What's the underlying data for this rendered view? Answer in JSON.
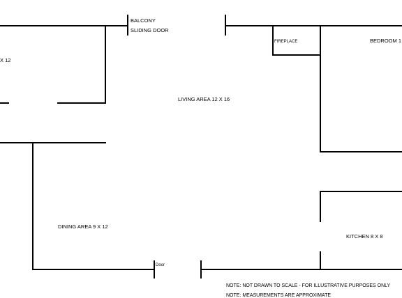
{
  "floor_plan": {
    "labels": {
      "left_room_partial": "X 12",
      "balcony": "BALCONY",
      "sliding_door": "SLIDING DOOR",
      "fireplace": "FIREPLACE",
      "bedroom": "BEDROOM 1",
      "living_area": "LIVING AREA 12 X 16",
      "dining_area": "DINING AREA 9 X 12",
      "kitchen": "KITCHEN 8 X 8",
      "door": "Door"
    },
    "notes": [
      "NOTE: NOT DRAWN TO SCALE - FOR ILLUSTRATIVE PURPOSES ONLY",
      "NOTE: MEASUREMENTS ARE APPROXIMATE"
    ]
  }
}
